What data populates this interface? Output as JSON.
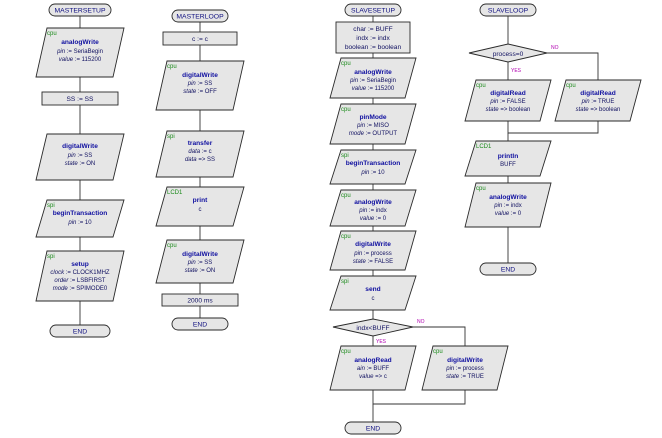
{
  "terminals": {
    "mastersetup": "MASTERSETUP",
    "masterloop": "MASTERLOOP",
    "slavesetup": "SLAVESETUP",
    "slaveloop": "SLAVELOOP",
    "end": "END"
  },
  "mastersetup": {
    "b1": {
      "tag": "cpu",
      "title": "analogWrite",
      "p1k": "pin",
      "p1v": " := SeriaBegin",
      "p2k": "value",
      "p2v": " := 115200"
    },
    "p1": "SS := SS",
    "b2": {
      "tag": "",
      "title": "digitalWrite",
      "p1k": "pin",
      "p1v": " := SS",
      "p2k": "state",
      "p2v": " := ON"
    },
    "b3": {
      "tag": "spi",
      "title": "beginTransaction",
      "p1k": "pin",
      "p1v": " := 10"
    },
    "b4": {
      "tag": "spi",
      "title": "setup",
      "p1k": "clock",
      "p1v": " := CLOCK1MHZ",
      "p2k": "order",
      "p2v": " := LSBFIRST",
      "p3k": "mode",
      "p3v": " := SPIMODE0"
    }
  },
  "masterloop": {
    "p1": "c := c",
    "b1": {
      "tag": "cpu",
      "title": "digitalWrite",
      "p1k": "pin",
      "p1v": " := SS",
      "p2k": "state",
      "p2v": " := OFF"
    },
    "b2": {
      "tag": "spi",
      "title": "transfer",
      "p1k": "data",
      "p1v": " := c",
      "p2k": "data",
      "p2v": " => SS"
    },
    "b3": {
      "tag": "LCD1",
      "title": "print",
      "p1": "c"
    },
    "b4": {
      "tag": "cpu",
      "title": "digitalWrite",
      "p1k": "pin",
      "p1v": " := SS",
      "p2k": "state",
      "p2v": " := ON"
    },
    "p2": "2000 ms"
  },
  "slavesetup": {
    "decl1": "char := BUFF",
    "decl2": "indx := indx",
    "decl3": "boolean := boolean",
    "b1": {
      "tag": "cpu",
      "title": "analogWrite",
      "p1k": "pin",
      "p1v": " := SeriaBegin",
      "p2k": "value",
      "p2v": " := 115200"
    },
    "b2": {
      "tag": "cpu",
      "title": "pinMode",
      "p1k": "pin",
      "p1v": " := MISO",
      "p2k": "mode",
      "p2v": " := OUTPUT"
    },
    "b3": {
      "tag": "spi",
      "title": "beginTransaction",
      "p1k": "pin",
      "p1v": " := 10"
    },
    "b4": {
      "tag": "cpu",
      "title": "analogWrite",
      "p1k": "pin",
      "p1v": " := indx",
      "p2k": "value",
      "p2v": " := 0"
    },
    "b5": {
      "tag": "cpu",
      "title": "digitalWrite",
      "p1k": "pin",
      "p1v": " := process",
      "p2k": "state",
      "p2v": " := FALSE"
    },
    "b6": {
      "tag": "spi",
      "title": "send",
      "p1": "c"
    },
    "cond": "indx<BUFF",
    "yes": "YES",
    "no": "NO",
    "b7": {
      "tag": "cpu",
      "title": "analogRead",
      "p1k": "ain",
      "p1v": " := BUFF",
      "p2k": "value",
      "p2v": " => c"
    },
    "b8": {
      "tag": "cpu",
      "title": "digitalWrite",
      "p1k": "pin",
      "p1v": " := process",
      "p2k": "state",
      "p2v": " := TRUE"
    }
  },
  "slaveloop": {
    "cond": "process=0",
    "yes": "YES",
    "no": "NO",
    "b1": {
      "tag": "cpu",
      "title": "digitalRead",
      "p1k": "pin",
      "p1v": " := FALSE",
      "p2k": "state",
      "p2v": " => boolean"
    },
    "b2": {
      "tag": "cpu",
      "title": "digitalRead",
      "p1k": "pin",
      "p1v": " := TRUE",
      "p2k": "state",
      "p2v": " => boolean"
    },
    "b3": {
      "tag": "LCD1",
      "title": "println",
      "p1": "BUFF"
    },
    "b4": {
      "tag": "cpu",
      "title": "analogWrite",
      "p1k": "pin",
      "p1v": " := indx",
      "p2k": "value",
      "p2v": " := 0"
    }
  }
}
